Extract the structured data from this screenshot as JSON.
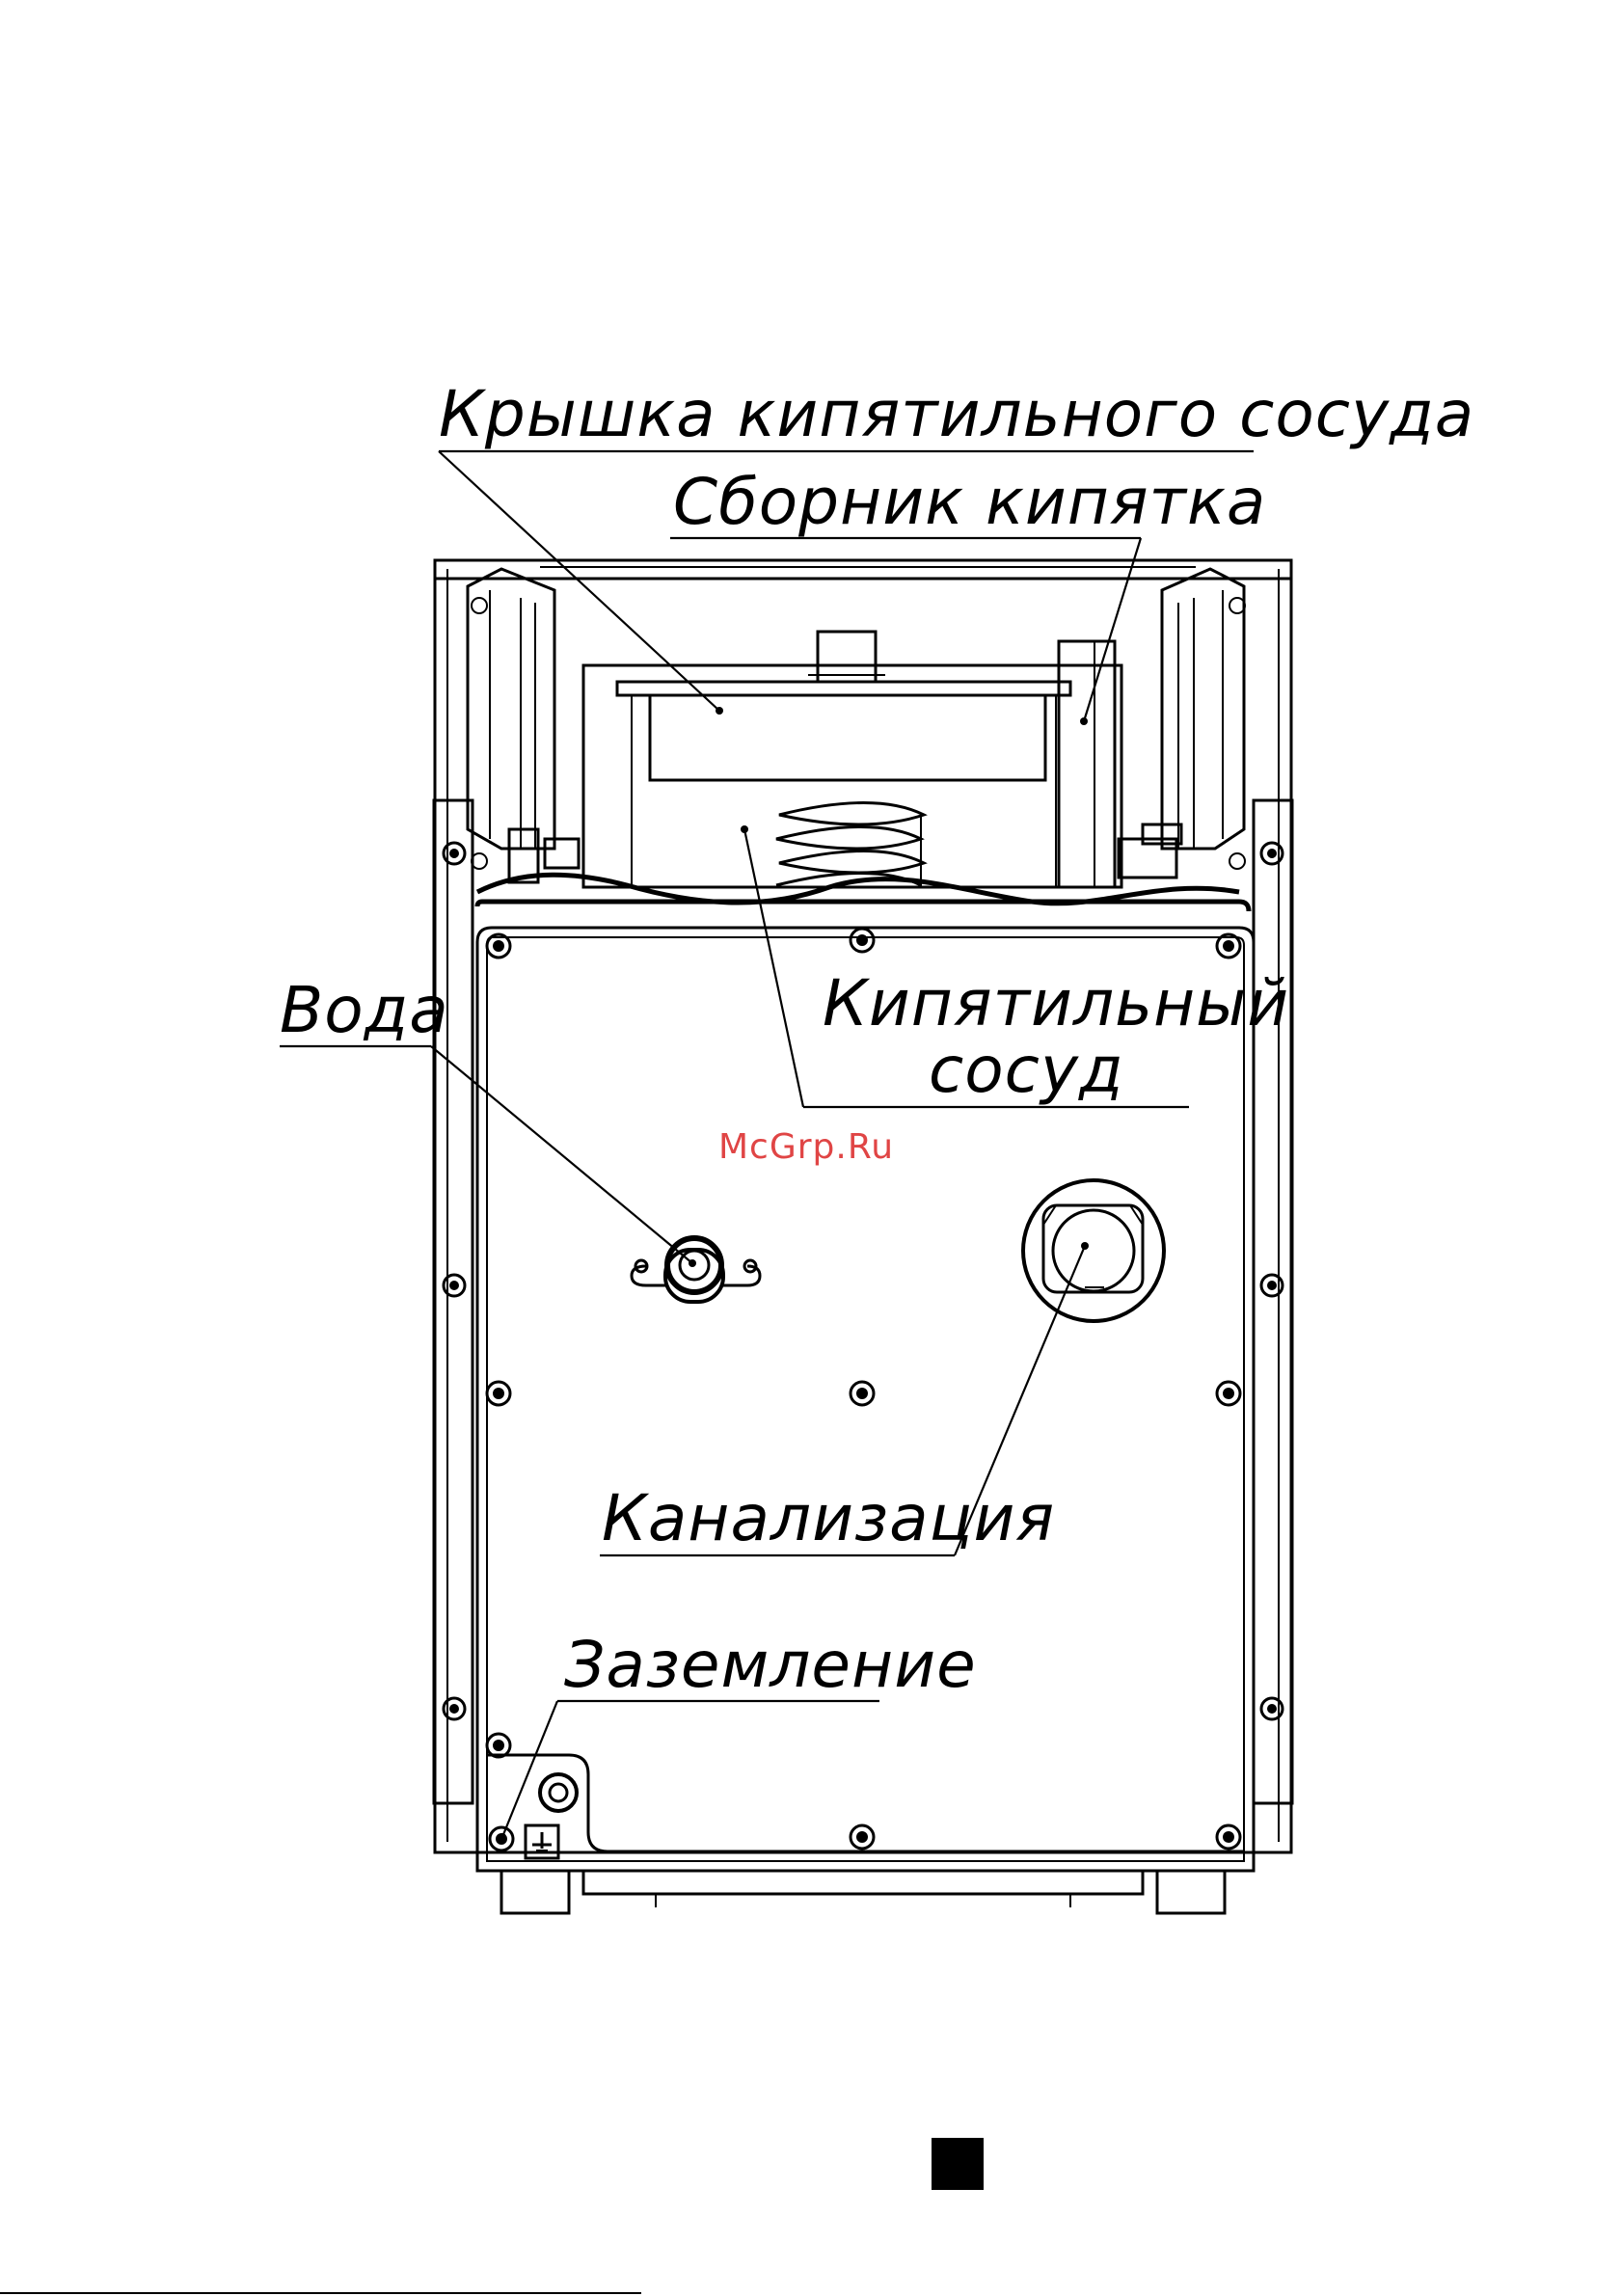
{
  "labels": {
    "lid": "Крышка кипятильного сосуда",
    "collector": "Сборник кипятка",
    "vessel_line1": "Кипятильный",
    "vessel_line2": "сосуд",
    "water": "Вода",
    "drain": "Канализация",
    "ground": "Заземление"
  },
  "watermark": "McGrp.Ru",
  "colors": {
    "line": "#000000",
    "watermark": "#e04545",
    "page_marker": "#000000"
  }
}
